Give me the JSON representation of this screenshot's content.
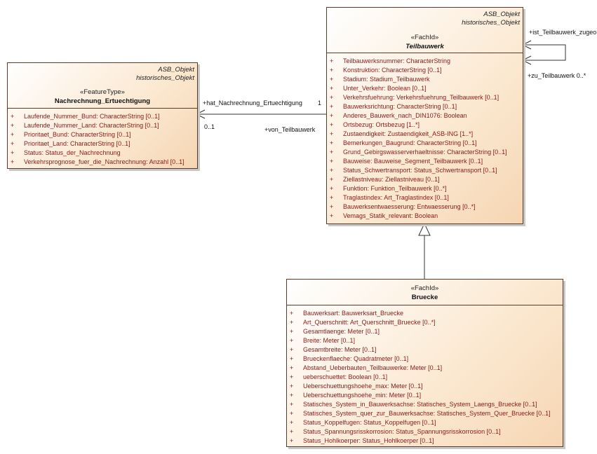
{
  "classes": {
    "nachrechnung": {
      "tagged_values": [
        "ASB_Objekt",
        "historisches_Objekt"
      ],
      "stereotype": "«FeatureType»",
      "name": "Nachrechnung_Ertuechtigung",
      "attributes": [
        {
          "vis": "+",
          "text": "Laufende_Nummer_Bund: CharacterString [0..1]"
        },
        {
          "vis": "+",
          "text": "Laufende_Nummer_Land: CharacterString [0..1]"
        },
        {
          "vis": "+",
          "text": "Prioritaet_Bund: CharacterString [0..1]"
        },
        {
          "vis": "+",
          "text": "Prioritaet_Land: CharacterString [0..1]"
        },
        {
          "vis": "+",
          "text": "Status: Status_der_Nachrechnung"
        },
        {
          "vis": "+",
          "text": "Verkehrsprognose_fuer_die_Nachrechnung: Anzahl [0..1]"
        }
      ]
    },
    "teilbauwerk": {
      "tagged_values": [
        "ASB_Objekt",
        "historisches_Objekt"
      ],
      "stereotype": "«FachId»",
      "name": "Teilbauwerk",
      "attributes": [
        {
          "vis": "+",
          "text": "Teilbauwerksnummer: CharacterString"
        },
        {
          "vis": "+",
          "text": "Konstruktion: CharacterString [0..1]"
        },
        {
          "vis": "+",
          "text": "Stadium: Stadium_Teilbauwerk"
        },
        {
          "vis": "+",
          "text": "Unter_Verkehr: Boolean [0..1]"
        },
        {
          "vis": "+",
          "text": "Verkehrsfuehrung: Verkehrsfuehrung_Teilbauwerk [0..1]"
        },
        {
          "vis": "+",
          "text": "Bauwerksrichtung: CharacterString [0..1]"
        },
        {
          "vis": "+",
          "text": "Anderes_Bauwerk_nach_DIN1076: Boolean"
        },
        {
          "vis": "+",
          "text": "Ortsbezug: Ortsbezug [1..*]"
        },
        {
          "vis": "+",
          "text": "Zustaendigkeit: Zustaendigkeit_ASB-ING [1..*]"
        },
        {
          "vis": "+",
          "text": "Bemerkungen_Baugrund: CharacterString [0..1]"
        },
        {
          "vis": "+",
          "text": "Grund_Gebirgswasserverhaeltnisse: CharacterString [0..1]"
        },
        {
          "vis": "+",
          "text": "Bauweise: Bauweise_Segment_Teilbauwerk [0..1]"
        },
        {
          "vis": "+",
          "text": "Status_Schwertransport: Status_Schwertransport [0..1]"
        },
        {
          "vis": "+",
          "text": "Ziellastniveau: Ziellastniveau [0..1]"
        },
        {
          "vis": "+",
          "text": "Funktion: Funktion_Teilbauwerk [0..*]"
        },
        {
          "vis": "+",
          "text": "Traglastindex: Art_Traglastindex [0..1]"
        },
        {
          "vis": "+",
          "text": "Bauwerksentwaesserung: Entwaesserung [0..*]"
        },
        {
          "vis": "+",
          "text": "Vemags_Statik_relevant: Boolean"
        }
      ]
    },
    "bruecke": {
      "stereotype": "«FachId»",
      "name": "Bruecke",
      "attributes": [
        {
          "vis": "+",
          "text": "Bauwerksart: Bauwerksart_Bruecke"
        },
        {
          "vis": "+",
          "text": "Art_Querschnitt: Art_Querschnitt_Bruecke [0..*]"
        },
        {
          "vis": "+",
          "text": "Gesamtlaenge: Meter [0..1]"
        },
        {
          "vis": "+",
          "text": "Breite: Meter [0..1]"
        },
        {
          "vis": "+",
          "text": "Gesamtbreite: Meter [0..1]"
        },
        {
          "vis": "+",
          "text": "Brueckenflaeche: Quadratmeter [0..1]"
        },
        {
          "vis": "+",
          "text": "Abstand_Ueberbauten_Teilbauwerke: Meter [0..1]"
        },
        {
          "vis": "+",
          "text": "ueberschuettet: Boolean [0..1]"
        },
        {
          "vis": "+",
          "text": "Ueberschuettungshoehe_max: Meter [0..1]"
        },
        {
          "vis": "+",
          "text": "Ueberschuettungshoehe_min: Meter [0..1]"
        },
        {
          "vis": "+",
          "text": "Statisches_System_in_Bauwerksachse: Statisches_System_Laengs_Bruecke [0..1]"
        },
        {
          "vis": "+",
          "text": "Statisches_System_quer_zur_Bauwerksachse: Statisches_System_Quer_Bruecke [0..1]"
        },
        {
          "vis": "+",
          "text": "Status_Koppelfugen: Status_Koppelfugen [0..1]"
        },
        {
          "vis": "+",
          "text": "Status_Spannungsrisskorrosion: Status_Spannungsrisskorrosion [0..1]"
        },
        {
          "vis": "+",
          "text": "Status_Hohlkoerper: Status_Hohlkoerper [0..1]"
        }
      ]
    }
  },
  "associations": {
    "nachrechnung_assoc": {
      "role_a": "+hat_Nachrechnung_Ertuechtigung",
      "mult_a": "1",
      "mult_b": "0..1",
      "role_b": "+von_Teilbauwerk"
    },
    "self_assoc": {
      "role_a": "+ist_Teilbauwerk_zugeo",
      "role_b": "+zu_Teilbauwerk 0..*"
    }
  }
}
